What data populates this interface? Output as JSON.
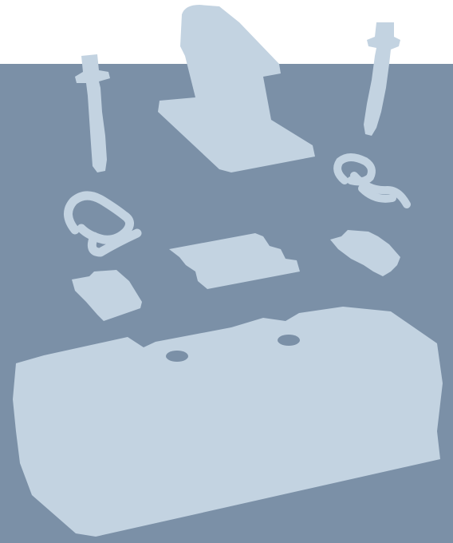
{
  "figure": {
    "description_visible_text": "",
    "colors": {
      "page_background": "#ffffff",
      "panel_background": "#7b90a7",
      "part_fill": "#c3d3e1",
      "hole_fill": "#7b90a7"
    },
    "components": [
      {
        "id": "rail",
        "icon": "rail-profile-icon"
      },
      {
        "id": "screw-spike-left",
        "icon": "screw-spike-icon"
      },
      {
        "id": "screw-spike-right",
        "icon": "screw-spike-icon"
      },
      {
        "id": "tension-clamp-left",
        "icon": "spring-clip-icon"
      },
      {
        "id": "tension-clamp-right",
        "icon": "spring-clip-icon"
      },
      {
        "id": "rail-pad",
        "icon": "elastic-pad-icon"
      },
      {
        "id": "guide-plate-left",
        "icon": "guide-plate-icon"
      },
      {
        "id": "guide-plate-right",
        "icon": "guide-plate-icon"
      },
      {
        "id": "concrete-sleeper",
        "icon": "sleeper-block-icon"
      }
    ]
  }
}
